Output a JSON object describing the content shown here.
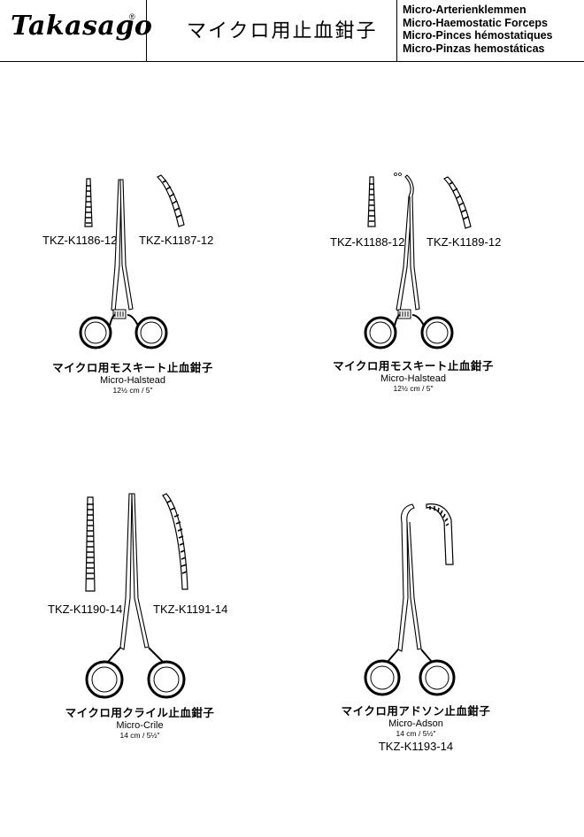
{
  "header": {
    "logo": "Takasago",
    "registered_mark": "®",
    "title_jp": "マイクロ用止血鉗子",
    "titles": [
      "Micro-Arterienklemmen",
      "Micro-Haemostatic Forceps",
      "Micro-Pinces hémostatiques",
      "Micro-Pinzas hemostáticas"
    ]
  },
  "products": [
    {
      "codes": [
        "TKZ-K1186-12",
        "TKZ-K1187-12"
      ],
      "name_jp": "マイクロ用モスキート止血鉗子",
      "name_en": "Micro-Halstead",
      "size": "12½ cm / 5″"
    },
    {
      "codes": [
        "TKZ-K1188-12",
        "TKZ-K1189-12"
      ],
      "name_jp": "マイクロ用モスキート止血鉗子",
      "name_en": "Micro-Halstead",
      "size": "12½ cm / 5″"
    },
    {
      "codes": [
        "TKZ-K1190-14",
        "TKZ-K1191-14"
      ],
      "name_jp": "マイクロ用クライル止血鉗子",
      "name_en": "Micro-Crile",
      "size": "14 cm / 5½″"
    },
    {
      "codes": [
        "TKZ-K1193-14"
      ],
      "name_jp": "マイクロ用アドソン止血鉗子",
      "name_en": "Micro-Adson",
      "size": "14 cm / 5½″"
    }
  ]
}
